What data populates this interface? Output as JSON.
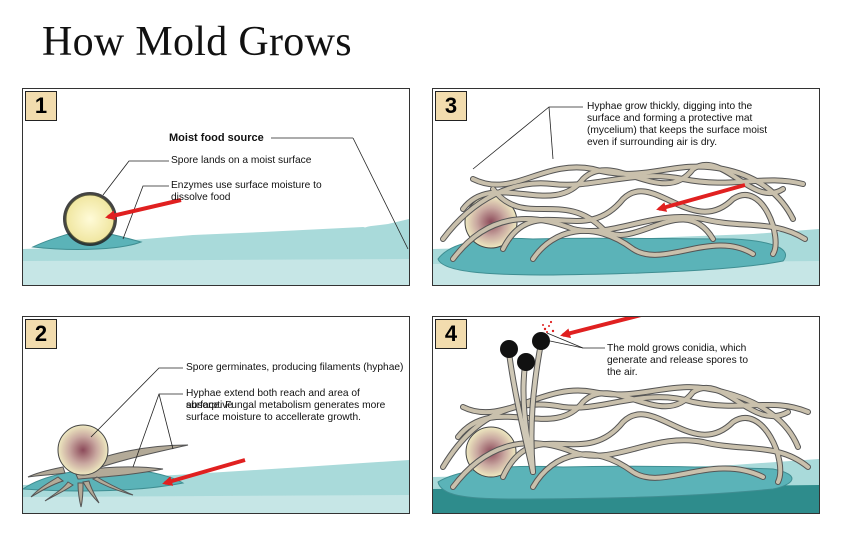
{
  "title": "How Mold Grows",
  "panels": [
    {
      "number": "1",
      "labels": {
        "food": "Moist food source",
        "spore": "Spore lands on a moist surface",
        "enzymes_1": "Enzymes use surface moisture to",
        "enzymes_2": "dissolve food"
      }
    },
    {
      "number": "2",
      "labels": {
        "germ": "Spore germinates, producing filaments (hyphae)",
        "ext_1": "Hyphae extend both reach and area of absorptive",
        "ext_2": "surface. Fungal metabolism generates more",
        "ext_3": "surface moisture to accellerate growth."
      }
    },
    {
      "number": "3",
      "labels": {
        "l1": "Hyphae grow thickly, digging into the",
        "l2": "surface and forming a protective mat",
        "l3": "(mycelium) that keeps the surface moist",
        "l4": "even if surrounding air is dry."
      }
    },
    {
      "number": "4",
      "labels": {
        "l1": "The mold grows conidia, which",
        "l2": "generate and release spores to",
        "l3": "the air."
      }
    }
  ],
  "colors": {
    "water": "#a9dada",
    "water_dark": "#2e8c8c",
    "hyphae": "#b3aa98",
    "arrow": "#e02020",
    "number_bg": "#f2dcae"
  }
}
